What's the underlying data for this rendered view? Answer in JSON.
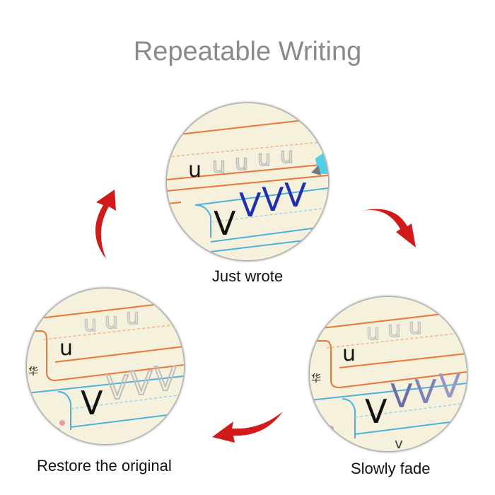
{
  "title": "Repeatable Writing",
  "captions": {
    "top": "Just wrote",
    "left": "Restore the original",
    "right": "Slowly fade"
  },
  "glyphs": {
    "u": "u",
    "v": "V",
    "note": "华"
  },
  "colors": {
    "title": "#8a8a8a",
    "arrow": "#d21a1a",
    "paper": "#f6f1dc",
    "orange_line": "#e8773a",
    "blue_line": "#4db1e0",
    "ink_blue": "#1e2fb0",
    "ink_faded": "#6b6fa8",
    "trace_gray": "#bdbdbd"
  },
  "icons": [
    "arrow-curved-icon",
    "pen-tip-icon"
  ]
}
